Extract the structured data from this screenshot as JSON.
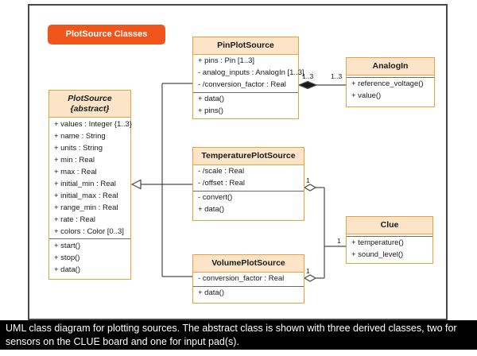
{
  "title_badge": "PlotSource Classes",
  "caption": "UML class diagram for plotting sources. The abstract class is shown with three derived classes, two for sensors on the CLUE board and one for input pad(s).",
  "classes": [
    {
      "name": "PlotSource",
      "stereotype": "{abstract}",
      "attributes": [
        "+ values : Integer {1..3}",
        "+ name : String",
        "+ units : String",
        "+ min : Real",
        "+ max : Real",
        "+ initial_min : Real",
        "+ initial_max : Real",
        "+ range_min : Real",
        "+ rate : Real",
        "+ colors : Color [0..3]"
      ],
      "operations": [
        "+ start()",
        "+ stop()",
        "+ data()"
      ]
    },
    {
      "name": "PinPlotSource",
      "attributes": [
        "+ pins : Pin [1..3]",
        "- analog_inputs : AnalogIn [1..3]",
        "- /conversion_factor : Real"
      ],
      "operations": [
        "+ data()",
        "+ pins()"
      ]
    },
    {
      "name": "AnalogIn",
      "attributes": [],
      "operations": [
        "+ reference_voltage()",
        "+ value()"
      ]
    },
    {
      "name": "TemperaturePlotSource",
      "attributes": [
        "- /scale : Real",
        "- /offset : Real"
      ],
      "operations": [
        "- convert()",
        "+ data()"
      ]
    },
    {
      "name": "Clue",
      "attributes": [],
      "operations": [
        "+ temperature()",
        "+ sound_level()"
      ]
    },
    {
      "name": "VolumePlotSource",
      "attributes": [
        "- conversion_factor : Real"
      ],
      "operations": [
        "+ data()"
      ]
    }
  ],
  "relationships": {
    "generalization": {
      "type": "inheritance",
      "parent": "PlotSource",
      "children": [
        "PinPlotSource",
        "TemperaturePlotSource",
        "VolumePlotSource"
      ]
    },
    "pin_analogin": {
      "type": "composition",
      "label_left": "1..3",
      "label_right": "1..3"
    },
    "temperature_clue": {
      "type": "aggregation",
      "label_source": "1"
    },
    "volume_clue": {
      "type": "aggregation",
      "label_source": "1"
    },
    "clue_end_label": "1"
  },
  "colors": {
    "accent": "#e8a33d",
    "header_fill": "#fbe4c7",
    "badge_bg": "#f0551c",
    "line": "#4a4a4a",
    "caption_bg": "#000000",
    "caption_text": "#ffffff"
  }
}
